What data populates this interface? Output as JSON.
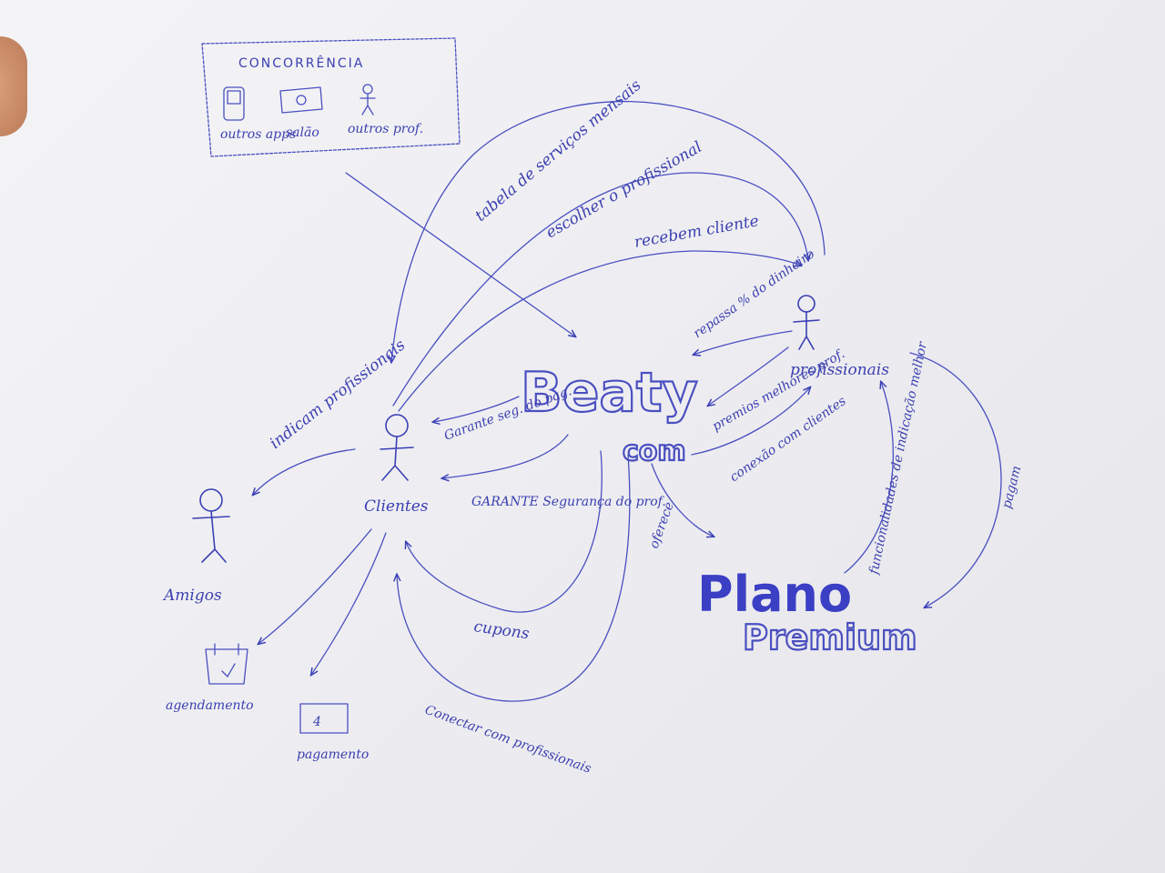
{
  "competition": {
    "title": "CONCORRÊNCIA",
    "items": [
      {
        "label": "outros apps",
        "icon": "phone-icon"
      },
      {
        "label": "salão",
        "icon": "money-icon"
      },
      {
        "label": "outros prof.",
        "icon": "person-icon"
      }
    ]
  },
  "center": {
    "brand_main": "Beaty",
    "brand_suffix": "com"
  },
  "plan": {
    "line1": "Plano",
    "line2": "Premium"
  },
  "actors": {
    "clients": "Clientes",
    "friends": "Amigos",
    "professionals": "profissionais"
  },
  "edges": {
    "price_table": "tabela de serviços mensais",
    "choose_professional": "escolher o profissional",
    "receive_client": "recebem cliente",
    "recommend": "indicam profissionais",
    "guarantee_payment": "Garante seg. do pag.",
    "guarantee_security": "GARANTE Segurança do prof.",
    "coupons": "cupons",
    "connect": "Conectar com profissionais",
    "scheduling": "agendamento",
    "payment": "pagamento",
    "percent": "repassa % do dinheiro",
    "awards": "premios melhores prof.",
    "connection": "conexão com clientes",
    "offers": "oferece",
    "features": "funcionalidades de indicação melhor",
    "pay": "pagam"
  }
}
